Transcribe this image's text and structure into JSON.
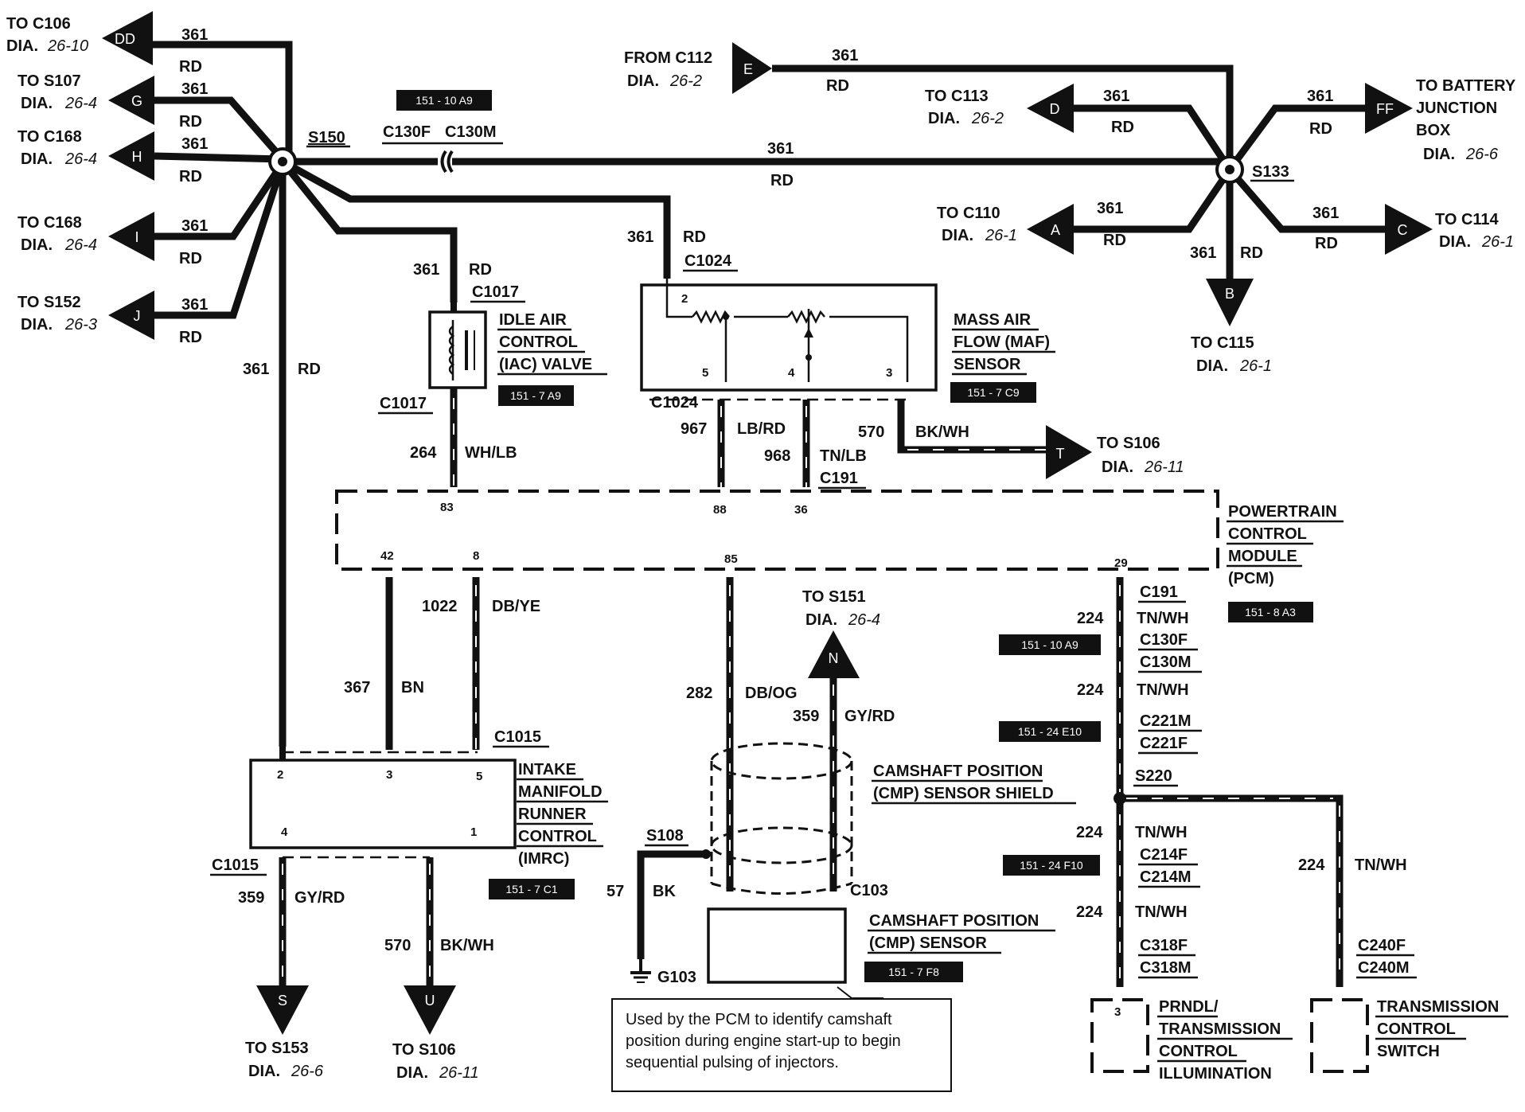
{
  "connectors": {
    "dd": {
      "to": "TO C106",
      "dia": "DIA.",
      "ref": "26-10",
      "letter": "DD",
      "circuit": "361",
      "color": "RD"
    },
    "g": {
      "to": "TO S107",
      "dia": "DIA.",
      "ref": "26-4",
      "letter": "G",
      "circuit": "361",
      "color": "RD"
    },
    "h": {
      "to": "TO C168",
      "dia": "DIA.",
      "ref": "26-4",
      "letter": "H",
      "circuit": "361",
      "color": "RD"
    },
    "i": {
      "to": "TO C168",
      "dia": "DIA.",
      "ref": "26-4",
      "letter": "I",
      "circuit": "361",
      "color": "RD"
    },
    "j": {
      "to": "TO S152",
      "dia": "DIA.",
      "ref": "26-3",
      "letter": "J",
      "circuit": "361",
      "color": "RD"
    },
    "e": {
      "to": "FROM C112",
      "dia": "DIA.",
      "ref": "26-2",
      "letter": "E",
      "circuit": "361",
      "color": "RD"
    },
    "d": {
      "to": "TO C113",
      "dia": "DIA.",
      "ref": "26-2",
      "letter": "D",
      "circuit": "361",
      "color": "RD"
    },
    "ff": {
      "to1": "TO BATTERY",
      "to2": "JUNCTION",
      "to3": "BOX",
      "dia": "DIA.",
      "ref": "26-6",
      "letter": "FF",
      "circuit": "361",
      "color": "RD"
    },
    "a": {
      "to": "TO C110",
      "dia": "DIA.",
      "ref": "26-1",
      "letter": "A",
      "circuit": "361",
      "color": "RD"
    },
    "c": {
      "to": "TO C114",
      "dia": "DIA.",
      "ref": "26-1",
      "letter": "C",
      "circuit": "361",
      "color": "RD"
    },
    "b": {
      "to": "TO C115",
      "dia": "DIA.",
      "ref": "26-1",
      "letter": "B",
      "circuit": "361",
      "color": "RD"
    },
    "t": {
      "to": "TO S106",
      "dia": "DIA.",
      "ref": "26-11",
      "letter": "T",
      "circuit": "570",
      "color": "BK/WH"
    },
    "n": {
      "to": "TO S151",
      "dia": "DIA.",
      "ref": "26-4",
      "letter": "N",
      "circuit": "359",
      "color": "GY/RD"
    },
    "s": {
      "to": "TO S153",
      "dia": "DIA.",
      "ref": "26-6",
      "letter": "S",
      "circuit": "359",
      "color": "GY/RD"
    },
    "u": {
      "to": "TO S106",
      "dia": "DIA.",
      "ref": "26-11",
      "letter": "U",
      "circuit": "570",
      "color": "BK/WH"
    }
  },
  "splices": {
    "s150": "S150",
    "s133": "S133",
    "s108": "S108",
    "s220": "S220"
  },
  "labels": {
    "c130f": "C130F",
    "c130m": "C130M",
    "main_circuit": "361",
    "main_color": "RD",
    "c1024_circuit": "361",
    "c1024_color": "RD",
    "c1024_top": "C1024",
    "c1017_circuit": "361",
    "c1017_color": "RD",
    "c1017_top": "C1017",
    "c1017_bot": "C1017",
    "vert_circuit": "361",
    "vert_color": "RD",
    "w264": "264",
    "w264c": "WH/LB",
    "c1024_bot": "C1024",
    "w967": "967",
    "w967c": "LB/RD",
    "w968": "968",
    "w968c": "TN/LB",
    "c191a": "C191",
    "pin2": "2",
    "pin5": "5",
    "pin4": "4",
    "pin3": "3",
    "pcm83": "83",
    "pcm88": "88",
    "pcm36": "36",
    "pcm42": "42",
    "pcm8": "8",
    "pcm85": "85",
    "pcm29": "29",
    "w1022": "1022",
    "w1022c": "DB/YE",
    "w367": "367",
    "w367c": "BN",
    "c1015a": "C1015",
    "w282": "282",
    "w282c": "DB/OG",
    "w359": "359",
    "w359c": "GY/RD",
    "imrc2": "2",
    "imrc3": "3",
    "imrc5": "5",
    "imrc4": "4",
    "imrc1": "1",
    "c1015b": "C1015",
    "w359b": "359",
    "w359bc": "GY/RD",
    "w570b": "570",
    "w570bc": "BK/WH",
    "w57": "57",
    "w57c": "BK",
    "g103": "G103",
    "c103": "C103",
    "c191b": "C191",
    "w224a": "224",
    "w224ac": "TN/WH",
    "c130f2": "C130F",
    "c130m2": "C130M",
    "w224b": "224",
    "w224bc": "TN/WH",
    "c221m": "C221M",
    "c221f": "C221F",
    "w224c": "224",
    "w224cc": "TN/WH",
    "c214f": "C214F",
    "c214m": "C214M",
    "w224d": "224",
    "w224dc": "TN/WH",
    "c318f": "C318F",
    "c318m": "C318M",
    "w224e": "224",
    "w224ec": "TN/WH",
    "c240f": "C240F",
    "c240m": "C240M",
    "prndl_pin": "3"
  },
  "components": {
    "iac": [
      "IDLE AIR",
      "CONTROL",
      "(IAC)  VALVE"
    ],
    "maf": [
      "MASS AIR",
      "FLOW (MAF)",
      "SENSOR"
    ],
    "pcm": [
      "POWERTRAIN",
      "CONTROL",
      "MODULE",
      "(PCM)"
    ],
    "imrc": [
      "INTAKE",
      "MANIFOLD",
      "RUNNER",
      "CONTROL",
      "(IMRC)"
    ],
    "cmp_shield": [
      "CAMSHAFT POSITION",
      "(CMP) SENSOR SHIELD"
    ],
    "cmp_sensor": [
      "CAMSHAFT POSITION",
      "(CMP) SENSOR"
    ],
    "prndl": [
      "PRNDL/",
      "TRANSMISSION",
      "CONTROL",
      "ILLUMINATION"
    ],
    "tcs": [
      "TRANSMISSION",
      "CONTROL",
      "SWITCH"
    ]
  },
  "tags": {
    "t1": "151 - 10 A9",
    "t2": "151 - 7 A9",
    "t3": "151 - 7 C9",
    "t4": "151 - 8 A3",
    "t5": "151 - 10 A9",
    "t6": "151 - 24 E10",
    "t7": "151 - 24 F10",
    "t8": "151 - 7 C1",
    "t9": "151 - 7 F8"
  },
  "note": "Used by the PCM to identify camshaft position during engine start-up to begin sequential pulsing of injectors."
}
